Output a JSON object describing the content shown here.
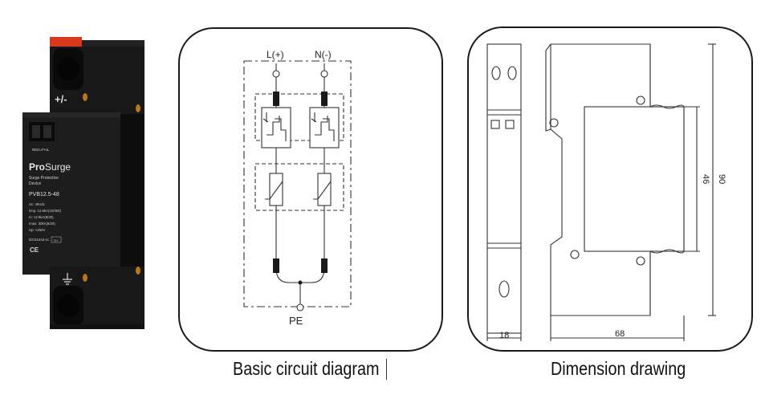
{
  "product": {
    "brand": "ProSurge",
    "brand_pre": "Pro",
    "brand_post": "Surge",
    "red_fail": "RED=FAIL",
    "type_line1": "Surge Protective",
    "type_line2": "Device",
    "model": "PVB12.5-48",
    "specs": [
      "Uc:      48Vdc",
      "Iimp:   12.5kA(10/350)",
      "In:       12.5kA(8/20)",
      "Imax:   30kA(8/20)",
      "Up:       <250V"
    ],
    "standard": "IEC61643-11",
    "class_badge": "T1+",
    "ce_mark": "CE",
    "top_terminal_label": "+/-",
    "colors": {
      "body": "#161616",
      "cap": "#d8381c",
      "terminal": "#b8781a"
    }
  },
  "circuit": {
    "terminal_l": "L(+)",
    "terminal_n": "N(-)",
    "terminal_pe": "PE"
  },
  "dimensions": {
    "height_total": "90",
    "height_inner": "46",
    "width_front": "18",
    "depth_side": "68"
  },
  "captions": {
    "circuit": "Basic circuit diagram",
    "dimension": "Dimension drawing"
  }
}
